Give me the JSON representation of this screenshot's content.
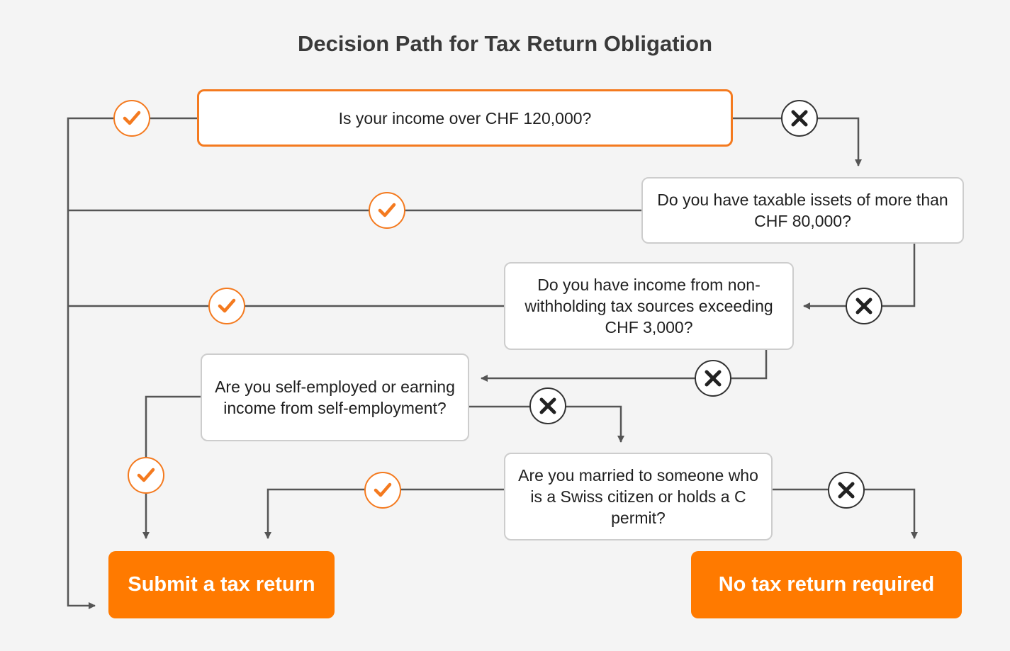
{
  "title": "Decision Path for Tax Return Obligation",
  "questions": {
    "q1": "Is your income over CHF 120,000?",
    "q2": "Do you have taxable issets of more than CHF 80,000?",
    "q3": "Do you have income from non-withholding tax sources exceeding CHF 3,000?",
    "q4": "Are you self-employed or earning income from self-employment?",
    "q5": "Are you married to someone who is a Swiss citizen or holds a C permit?"
  },
  "outcomes": {
    "submit": "Submit a tax return",
    "none": "No tax return required"
  },
  "colors": {
    "accent": "#ff7a00",
    "accent_border": "#f47a1f",
    "line": "#555555",
    "no_mark": "#222222",
    "box_border": "#cdcdcd",
    "background": "#f4f4f4"
  },
  "icons": {
    "yes": "check-icon",
    "no": "x-icon"
  }
}
